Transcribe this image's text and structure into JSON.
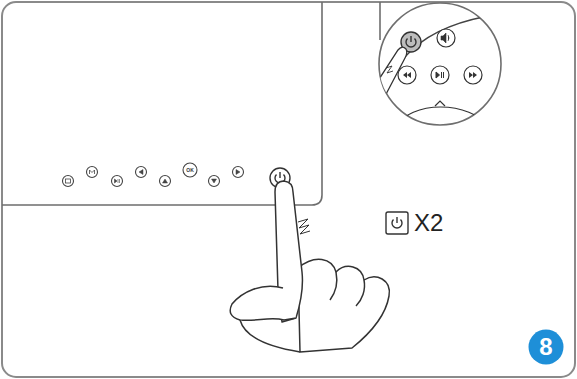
{
  "diagram": {
    "nodes": [
      {
        "text": [
          "8"
        ]
      }
    ],
    "labels": [
      "X2",
      "OK"
    ]
  }
}
